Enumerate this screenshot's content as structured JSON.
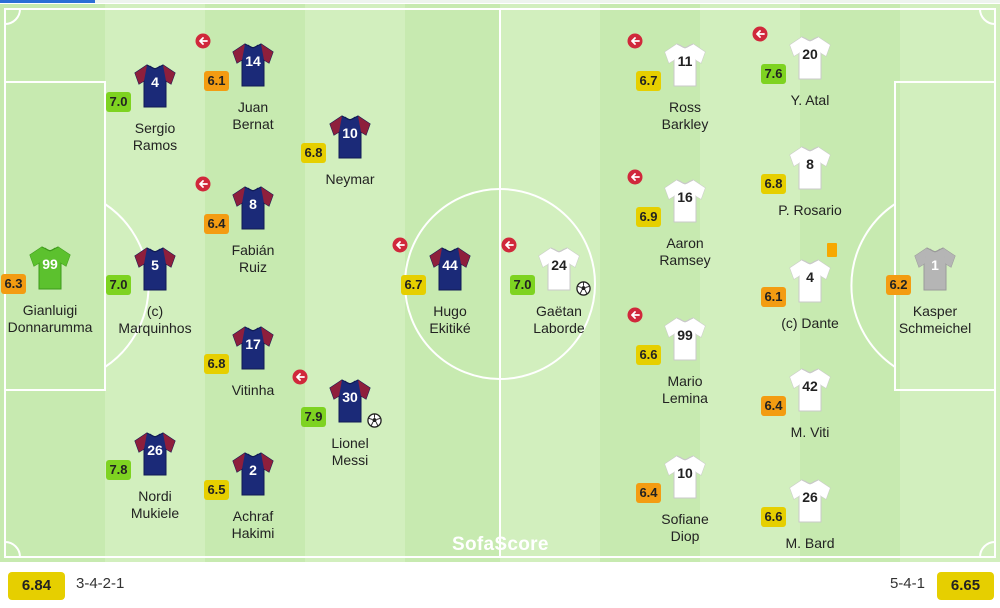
{
  "branding": {
    "watermark": "SofaScore"
  },
  "colors": {
    "rating_high": "#7ed321",
    "rating_mid": "#e6cf00",
    "rating_low": "#f39c12",
    "home_kit": "#1b2a78",
    "home_kit_sleeve": "#8e1f3c",
    "away_kit": "#ffffff",
    "gk_home_kit": "#5cc12e",
    "gk_away_kit": "#b5b5b5",
    "card_yellow": "#f7a800",
    "sub_out": "#d0283b"
  },
  "home_team": {
    "avg_rating": "6.84",
    "formation": "3-4-2-1",
    "players": [
      {
        "number": "99",
        "rating": "6.3",
        "rating_level": "low",
        "name": "Gianluigi Donnarumma",
        "name_lines": [
          "Gianluigi",
          "Donnarumma"
        ],
        "kit": "gk",
        "sub_out": false,
        "goal": false
      },
      {
        "number": "4",
        "rating": "7.0",
        "rating_level": "high",
        "name": "Sergio Ramos",
        "name_lines": [
          "Sergio",
          "Ramos"
        ],
        "kit": "field",
        "sub_out": false,
        "goal": false
      },
      {
        "number": "5",
        "rating": "7.0",
        "rating_level": "high",
        "name": "(c) Marquinhos",
        "name_lines": [
          "(c)",
          "Marquinhos"
        ],
        "kit": "field",
        "sub_out": false,
        "goal": false
      },
      {
        "number": "26",
        "rating": "7.8",
        "rating_level": "high",
        "name": "Nordi Mukiele",
        "name_lines": [
          "Nordi",
          "Mukiele"
        ],
        "kit": "field",
        "sub_out": false,
        "goal": false
      },
      {
        "number": "14",
        "rating": "6.1",
        "rating_level": "low",
        "name": "Juan Bernat",
        "name_lines": [
          "Juan",
          "Bernat"
        ],
        "kit": "field",
        "sub_out": true,
        "goal": false
      },
      {
        "number": "8",
        "rating": "6.4",
        "rating_level": "low",
        "name": "Fabián Ruiz",
        "name_lines": [
          "Fabián",
          "Ruiz"
        ],
        "kit": "field",
        "sub_out": true,
        "goal": false
      },
      {
        "number": "17",
        "rating": "6.8",
        "rating_level": "mid",
        "name": "Vitinha",
        "name_lines": [
          "Vitinha"
        ],
        "kit": "field",
        "sub_out": false,
        "goal": false
      },
      {
        "number": "2",
        "rating": "6.5",
        "rating_level": "mid",
        "name": "Achraf Hakimi",
        "name_lines": [
          "Achraf",
          "Hakimi"
        ],
        "kit": "field",
        "sub_out": false,
        "goal": false
      },
      {
        "number": "10",
        "rating": "6.8",
        "rating_level": "mid",
        "name": "Neymar",
        "name_lines": [
          "Neymar"
        ],
        "kit": "field",
        "sub_out": false,
        "goal": false
      },
      {
        "number": "30",
        "rating": "7.9",
        "rating_level": "high",
        "name": "Lionel Messi",
        "name_lines": [
          "Lionel",
          "Messi"
        ],
        "kit": "field",
        "sub_out": true,
        "goal": true
      },
      {
        "number": "44",
        "rating": "6.7",
        "rating_level": "mid",
        "name": "Hugo Ekitiké",
        "name_lines": [
          "Hugo",
          "Ekitiké"
        ],
        "kit": "field",
        "sub_out": true,
        "goal": false
      }
    ]
  },
  "away_team": {
    "avg_rating": "6.65",
    "formation": "5-4-1",
    "players": [
      {
        "number": "24",
        "rating": "7.0",
        "rating_level": "high",
        "name": "Gaëtan Laborde",
        "name_lines": [
          "Gaëtan",
          "Laborde"
        ],
        "kit": "field",
        "sub_out": true,
        "goal": true
      },
      {
        "number": "11",
        "rating": "6.7",
        "rating_level": "mid",
        "name": "Ross Barkley",
        "name_lines": [
          "Ross",
          "Barkley"
        ],
        "kit": "field",
        "sub_out": true,
        "goal": false
      },
      {
        "number": "16",
        "rating": "6.9",
        "rating_level": "mid",
        "name": "Aaron Ramsey",
        "name_lines": [
          "Aaron",
          "Ramsey"
        ],
        "kit": "field",
        "sub_out": true,
        "goal": false
      },
      {
        "number": "99",
        "rating": "6.6",
        "rating_level": "mid",
        "name": "Mario Lemina",
        "name_lines": [
          "Mario",
          "Lemina"
        ],
        "kit": "field",
        "sub_out": true,
        "goal": false
      },
      {
        "number": "10",
        "rating": "6.4",
        "rating_level": "low",
        "name": "Sofiane Diop",
        "name_lines": [
          "Sofiane",
          "Diop"
        ],
        "kit": "field",
        "sub_out": false,
        "goal": false
      },
      {
        "number": "20",
        "rating": "7.6",
        "rating_level": "high",
        "name": "Y. Atal",
        "name_lines": [
          "Y. Atal"
        ],
        "kit": "field",
        "sub_out": true,
        "goal": false
      },
      {
        "number": "8",
        "rating": "6.8",
        "rating_level": "mid",
        "name": "P. Rosario",
        "name_lines": [
          "P. Rosario"
        ],
        "kit": "field",
        "sub_out": false,
        "goal": false
      },
      {
        "number": "4",
        "rating": "6.1",
        "rating_level": "low",
        "name": "(c) Dante",
        "name_lines": [
          "(c) Dante"
        ],
        "kit": "field",
        "sub_out": false,
        "goal": false,
        "yellow_card": true
      },
      {
        "number": "42",
        "rating": "6.4",
        "rating_level": "low",
        "name": "M. Viti",
        "name_lines": [
          "M. Viti"
        ],
        "kit": "field",
        "sub_out": false,
        "goal": false
      },
      {
        "number": "26",
        "rating": "6.6",
        "rating_level": "mid",
        "name": "M. Bard",
        "name_lines": [
          "M. Bard"
        ],
        "kit": "field",
        "sub_out": false,
        "goal": false
      },
      {
        "number": "1",
        "rating": "6.2",
        "rating_level": "low",
        "name": "Kasper Schmeichel",
        "name_lines": [
          "Kasper",
          "Schmeichel"
        ],
        "kit": "gk",
        "sub_out": false,
        "goal": false
      }
    ]
  }
}
